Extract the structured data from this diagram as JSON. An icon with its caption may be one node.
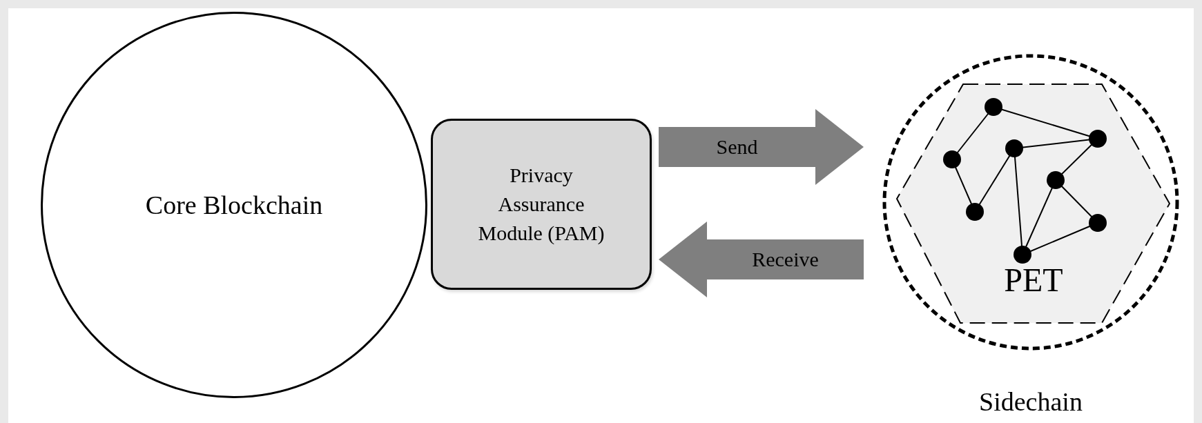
{
  "diagram": {
    "nodes": [
      {
        "text": [
          "Core Blockchain"
        ]
      },
      {
        "text": [
          "Privacy Assurance Module (PAM)"
        ]
      },
      {
        "text": [
          "Sidechain"
        ]
      },
      {
        "text": [
          "PET"
        ],
        "in": 2
      }
    ],
    "edges": [
      {
        "from": 1,
        "to": 2,
        "arrow": "to",
        "label": "Send"
      },
      {
        "from": 2,
        "to": 1,
        "arrow": "to",
        "label": "Receive"
      }
    ]
  }
}
